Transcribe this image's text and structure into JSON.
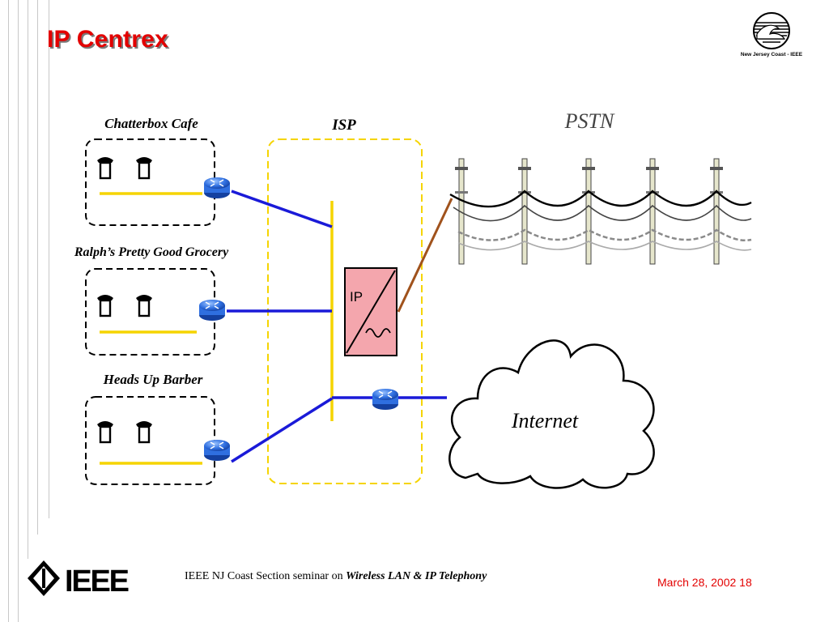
{
  "slide": {
    "title": "IP Centrex"
  },
  "logo": {
    "text": "New Jersey Coast - IEEE",
    "icon": "nj-coast-wave-logo"
  },
  "diagram": {
    "sites": [
      {
        "label": "Chatterbox Cafe"
      },
      {
        "label": "Ralph’s Pretty Good Grocery"
      },
      {
        "label": "Heads Up Barber"
      }
    ],
    "isp_label": "ISP",
    "pstn_label": "PSTN",
    "gateway_label": "IP",
    "internet_label": "Internet",
    "colors": {
      "lan_bus": "#f5d400",
      "link": "#1a1ad8",
      "router": "#2f6fe0",
      "gateway_fill": "#f4a6ad",
      "pstn_link": "#a0521c",
      "isp_border": "#f5d400"
    }
  },
  "footer": {
    "ieee_logo": "IEEE",
    "seminar_prefix": "IEEE NJ Coast Section seminar on ",
    "seminar_topic": "Wireless LAN & IP Telephony",
    "date_page": "March 28, 2002 18"
  }
}
